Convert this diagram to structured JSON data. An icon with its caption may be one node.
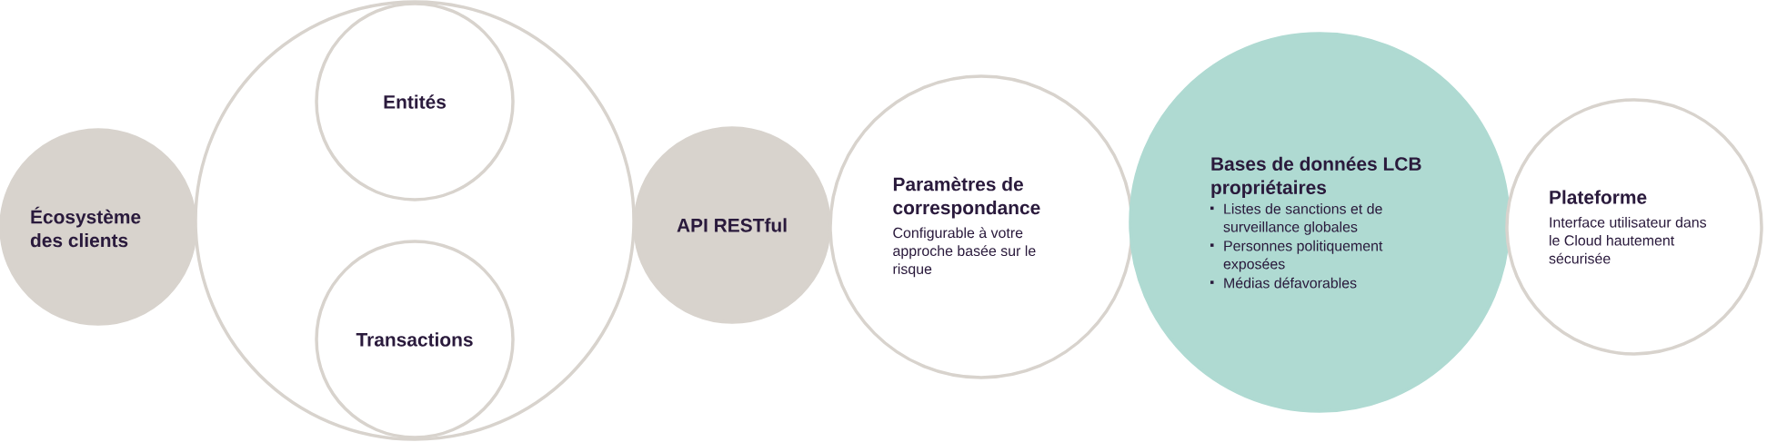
{
  "diagram": {
    "nodes": [
      {
        "text": [
          "Écosystème des clients"
        ]
      },
      {
        "text": [],
        "shape": "circle"
      },
      {
        "text": [
          "Entités"
        ],
        "in": 1
      },
      {
        "text": [
          "Transactions"
        ],
        "in": 1
      },
      {
        "text": [
          "API RESTful"
        ]
      },
      {
        "text": [
          "Paramètres de correspondance",
          "Configurable à votre approche basée sur le risque"
        ]
      },
      {
        "text": [
          "Bases de données LCB propriétaires",
          "Listes de sanctions et de surveillance globales",
          "Personnes politiquement exposées",
          "Médias défavorables"
        ]
      },
      {
        "text": [
          "Plateforme",
          "Interface utilisateur dans le Cloud hautement sécurisée"
        ]
      }
    ]
  }
}
